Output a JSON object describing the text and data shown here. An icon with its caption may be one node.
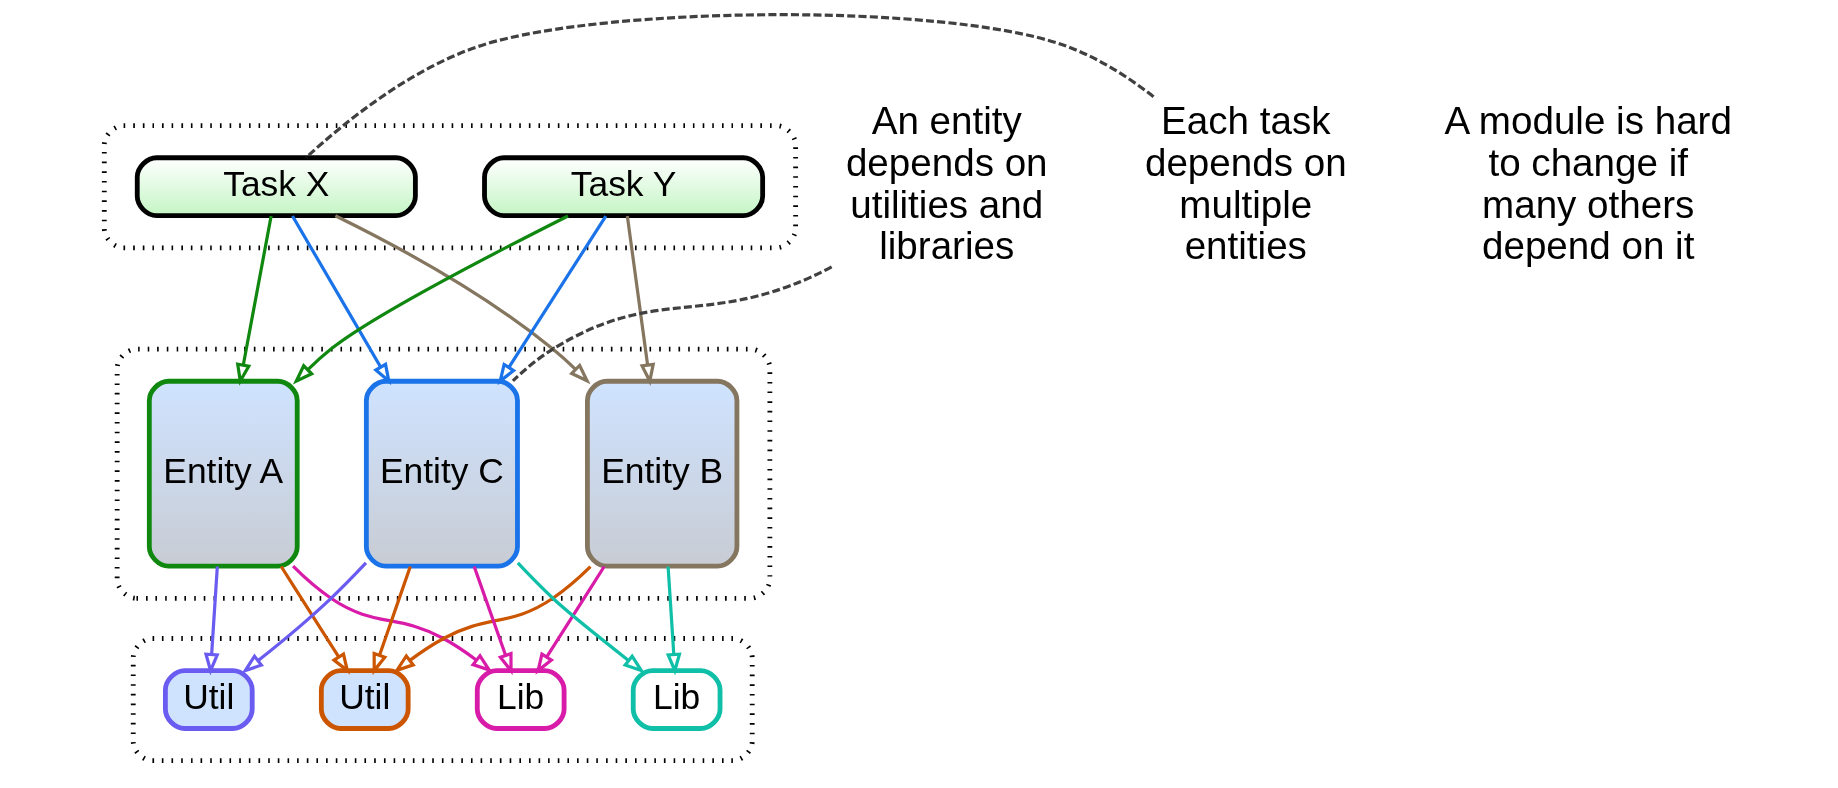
{
  "diagram": {
    "nodes": [
      {
        "text": [],
        "shape": "box"
      },
      {
        "text": [
          "Task X"
        ],
        "in": 0
      },
      {
        "text": [
          "Task Y"
        ],
        "in": 0
      },
      {
        "text": [],
        "shape": "box"
      },
      {
        "text": [
          "Entity A"
        ],
        "in": 3
      },
      {
        "text": [
          "Entity B"
        ],
        "in": 3
      },
      {
        "text": [
          "Entity C"
        ],
        "in": 3
      },
      {
        "text": [],
        "shape": "box"
      },
      {
        "text": [
          "Util"
        ],
        "in": 7
      },
      {
        "text": [
          "Util"
        ],
        "in": 7
      },
      {
        "text": [
          "Lib"
        ],
        "in": 7
      },
      {
        "text": [
          "Lib"
        ],
        "in": 7
      },
      {
        "text": [
          "Each task depends on multiple entities"
        ]
      },
      {
        "text": [
          "An entity depends on utilities and libraries"
        ]
      }
    ],
    "edges": [
      {
        "from": 1,
        "to": 4,
        "arrow": "to",
        "color": "#108810"
      },
      {
        "from": 1,
        "to": 5,
        "arrow": "to",
        "color": "#857660"
      },
      {
        "from": 1,
        "to": 6,
        "arrow": "to",
        "color": "#1a73e8"
      },
      {
        "from": 2,
        "to": 4,
        "arrow": "to",
        "color": "#108810"
      },
      {
        "from": 2,
        "to": 5,
        "arrow": "to",
        "color": "#857660"
      },
      {
        "from": 2,
        "to": 6,
        "arrow": "to",
        "color": "#1a73e8"
      },
      {
        "from": 4,
        "to": 8,
        "arrow": "to",
        "color": "#6a5cf0"
      },
      {
        "from": 4,
        "to": 9,
        "arrow": "to",
        "color": "#cc5500"
      },
      {
        "from": 4,
        "to": 11,
        "arrow": "to",
        "color": "#d81ba8"
      },
      {
        "from": 5,
        "to": 9,
        "arrow": "to",
        "color": "#cc5500"
      },
      {
        "from": 5,
        "to": 10,
        "arrow": "to",
        "color": "#10bfa8"
      },
      {
        "from": 5,
        "to": 11,
        "arrow": "to",
        "color": "#d81ba8"
      },
      {
        "from": 6,
        "to": 8,
        "arrow": "to",
        "color": "#6a5cf0"
      },
      {
        "from": 6,
        "to": 9,
        "arrow": "to",
        "color": "#cc5500"
      },
      {
        "from": 6,
        "to": 10,
        "arrow": "to",
        "color": "#10bfa8"
      },
      {
        "from": 6,
        "to": 11,
        "arrow": "to",
        "color": "#d81ba8"
      },
      {
        "from": 12,
        "to": 1,
        "arrow": "none",
        "style": "dashed",
        "color": "#404040"
      },
      {
        "from": 13,
        "to": 6,
        "arrow": "none",
        "style": "dashed",
        "color": "#404040"
      }
    ],
    "labels": [
      "A module is hard to change if many others depend on it"
    ]
  }
}
